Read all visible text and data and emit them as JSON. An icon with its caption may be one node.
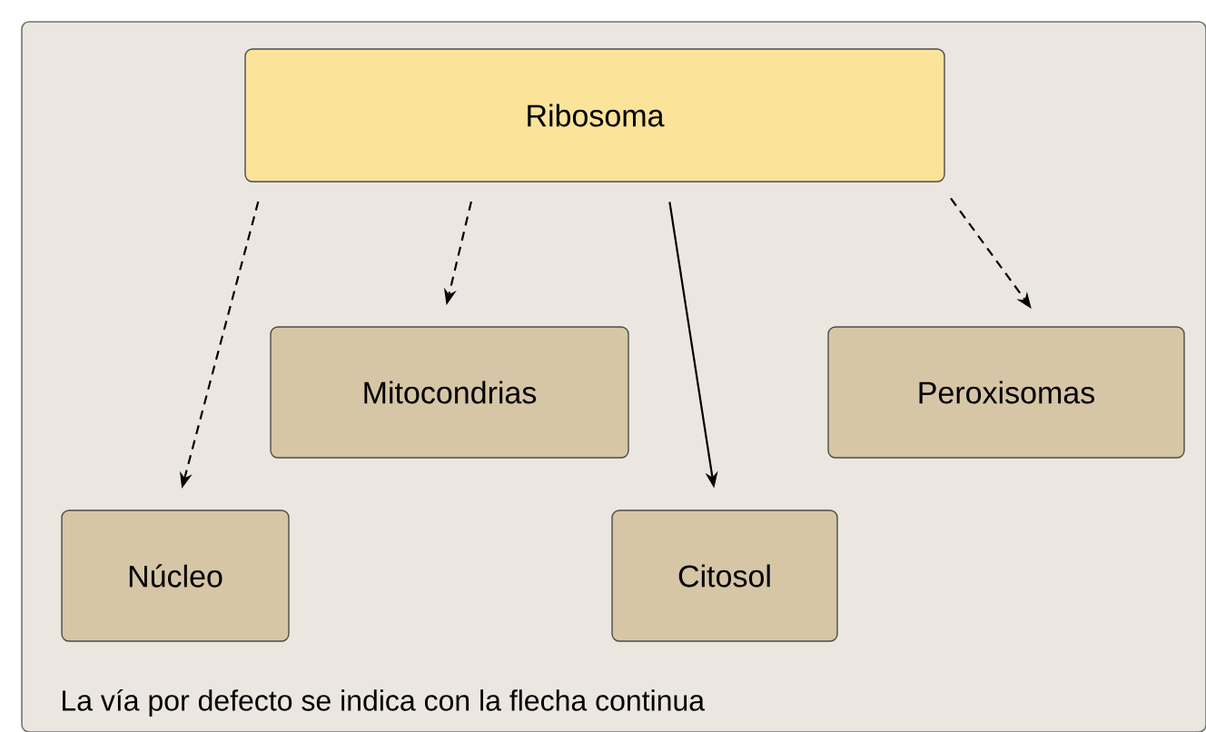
{
  "diagram": {
    "nodes": [
      {
        "text": [
          "Ribosoma"
        ]
      },
      {
        "text": [
          "Mitocondrias"
        ]
      },
      {
        "text": [
          "Peroxisomas"
        ]
      },
      {
        "text": [
          "Núcleo"
        ]
      },
      {
        "text": [
          "Citosol"
        ]
      }
    ],
    "edges": [
      {
        "from": 0,
        "to": 3,
        "arrow": "to",
        "style": "dashed"
      },
      {
        "from": 0,
        "to": 1,
        "arrow": "to",
        "style": "dashed"
      },
      {
        "from": 0,
        "to": 4,
        "arrow": "to"
      },
      {
        "from": 0,
        "to": 2,
        "arrow": "to",
        "style": "dashed"
      }
    ],
    "labels": [
      "La vía por defecto se indica con la flecha continua"
    ]
  }
}
